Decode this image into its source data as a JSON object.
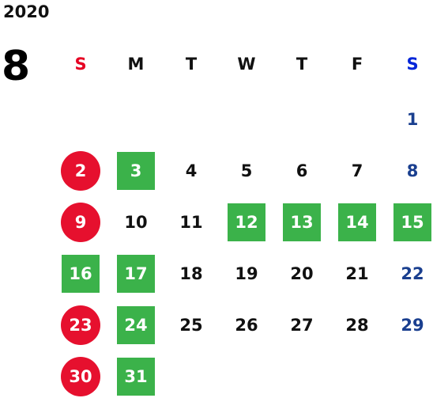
{
  "calendar": {
    "year": "2020",
    "month": "8",
    "weekdays": [
      "S",
      "M",
      "T",
      "W",
      "T",
      "F",
      "S"
    ],
    "colors": {
      "sunday_header": "#e60023",
      "saturday_header": "#0025d9",
      "saturday_date": "#1a3f8f",
      "holiday_fill": "#e6102e",
      "highlight_fill": "#3bb24a",
      "text": "#111111"
    },
    "days": [
      {
        "label": "1",
        "style": "saturday"
      },
      {
        "label": "2",
        "style": "holiday"
      },
      {
        "label": "3",
        "style": "highlight"
      },
      {
        "label": "4",
        "style": "plain"
      },
      {
        "label": "5",
        "style": "plain"
      },
      {
        "label": "6",
        "style": "plain"
      },
      {
        "label": "7",
        "style": "plain"
      },
      {
        "label": "8",
        "style": "saturday"
      },
      {
        "label": "9",
        "style": "holiday"
      },
      {
        "label": "10",
        "style": "plain"
      },
      {
        "label": "11",
        "style": "plain"
      },
      {
        "label": "12",
        "style": "highlight"
      },
      {
        "label": "13",
        "style": "highlight"
      },
      {
        "label": "14",
        "style": "highlight"
      },
      {
        "label": "15",
        "style": "highlight"
      },
      {
        "label": "16",
        "style": "highlight"
      },
      {
        "label": "17",
        "style": "highlight"
      },
      {
        "label": "18",
        "style": "plain"
      },
      {
        "label": "19",
        "style": "plain"
      },
      {
        "label": "20",
        "style": "plain"
      },
      {
        "label": "21",
        "style": "plain"
      },
      {
        "label": "22",
        "style": "saturday"
      },
      {
        "label": "23",
        "style": "holiday"
      },
      {
        "label": "24",
        "style": "highlight"
      },
      {
        "label": "25",
        "style": "plain"
      },
      {
        "label": "26",
        "style": "plain"
      },
      {
        "label": "27",
        "style": "plain"
      },
      {
        "label": "28",
        "style": "plain"
      },
      {
        "label": "29",
        "style": "saturday"
      },
      {
        "label": "30",
        "style": "holiday"
      },
      {
        "label": "31",
        "style": "highlight"
      }
    ]
  }
}
